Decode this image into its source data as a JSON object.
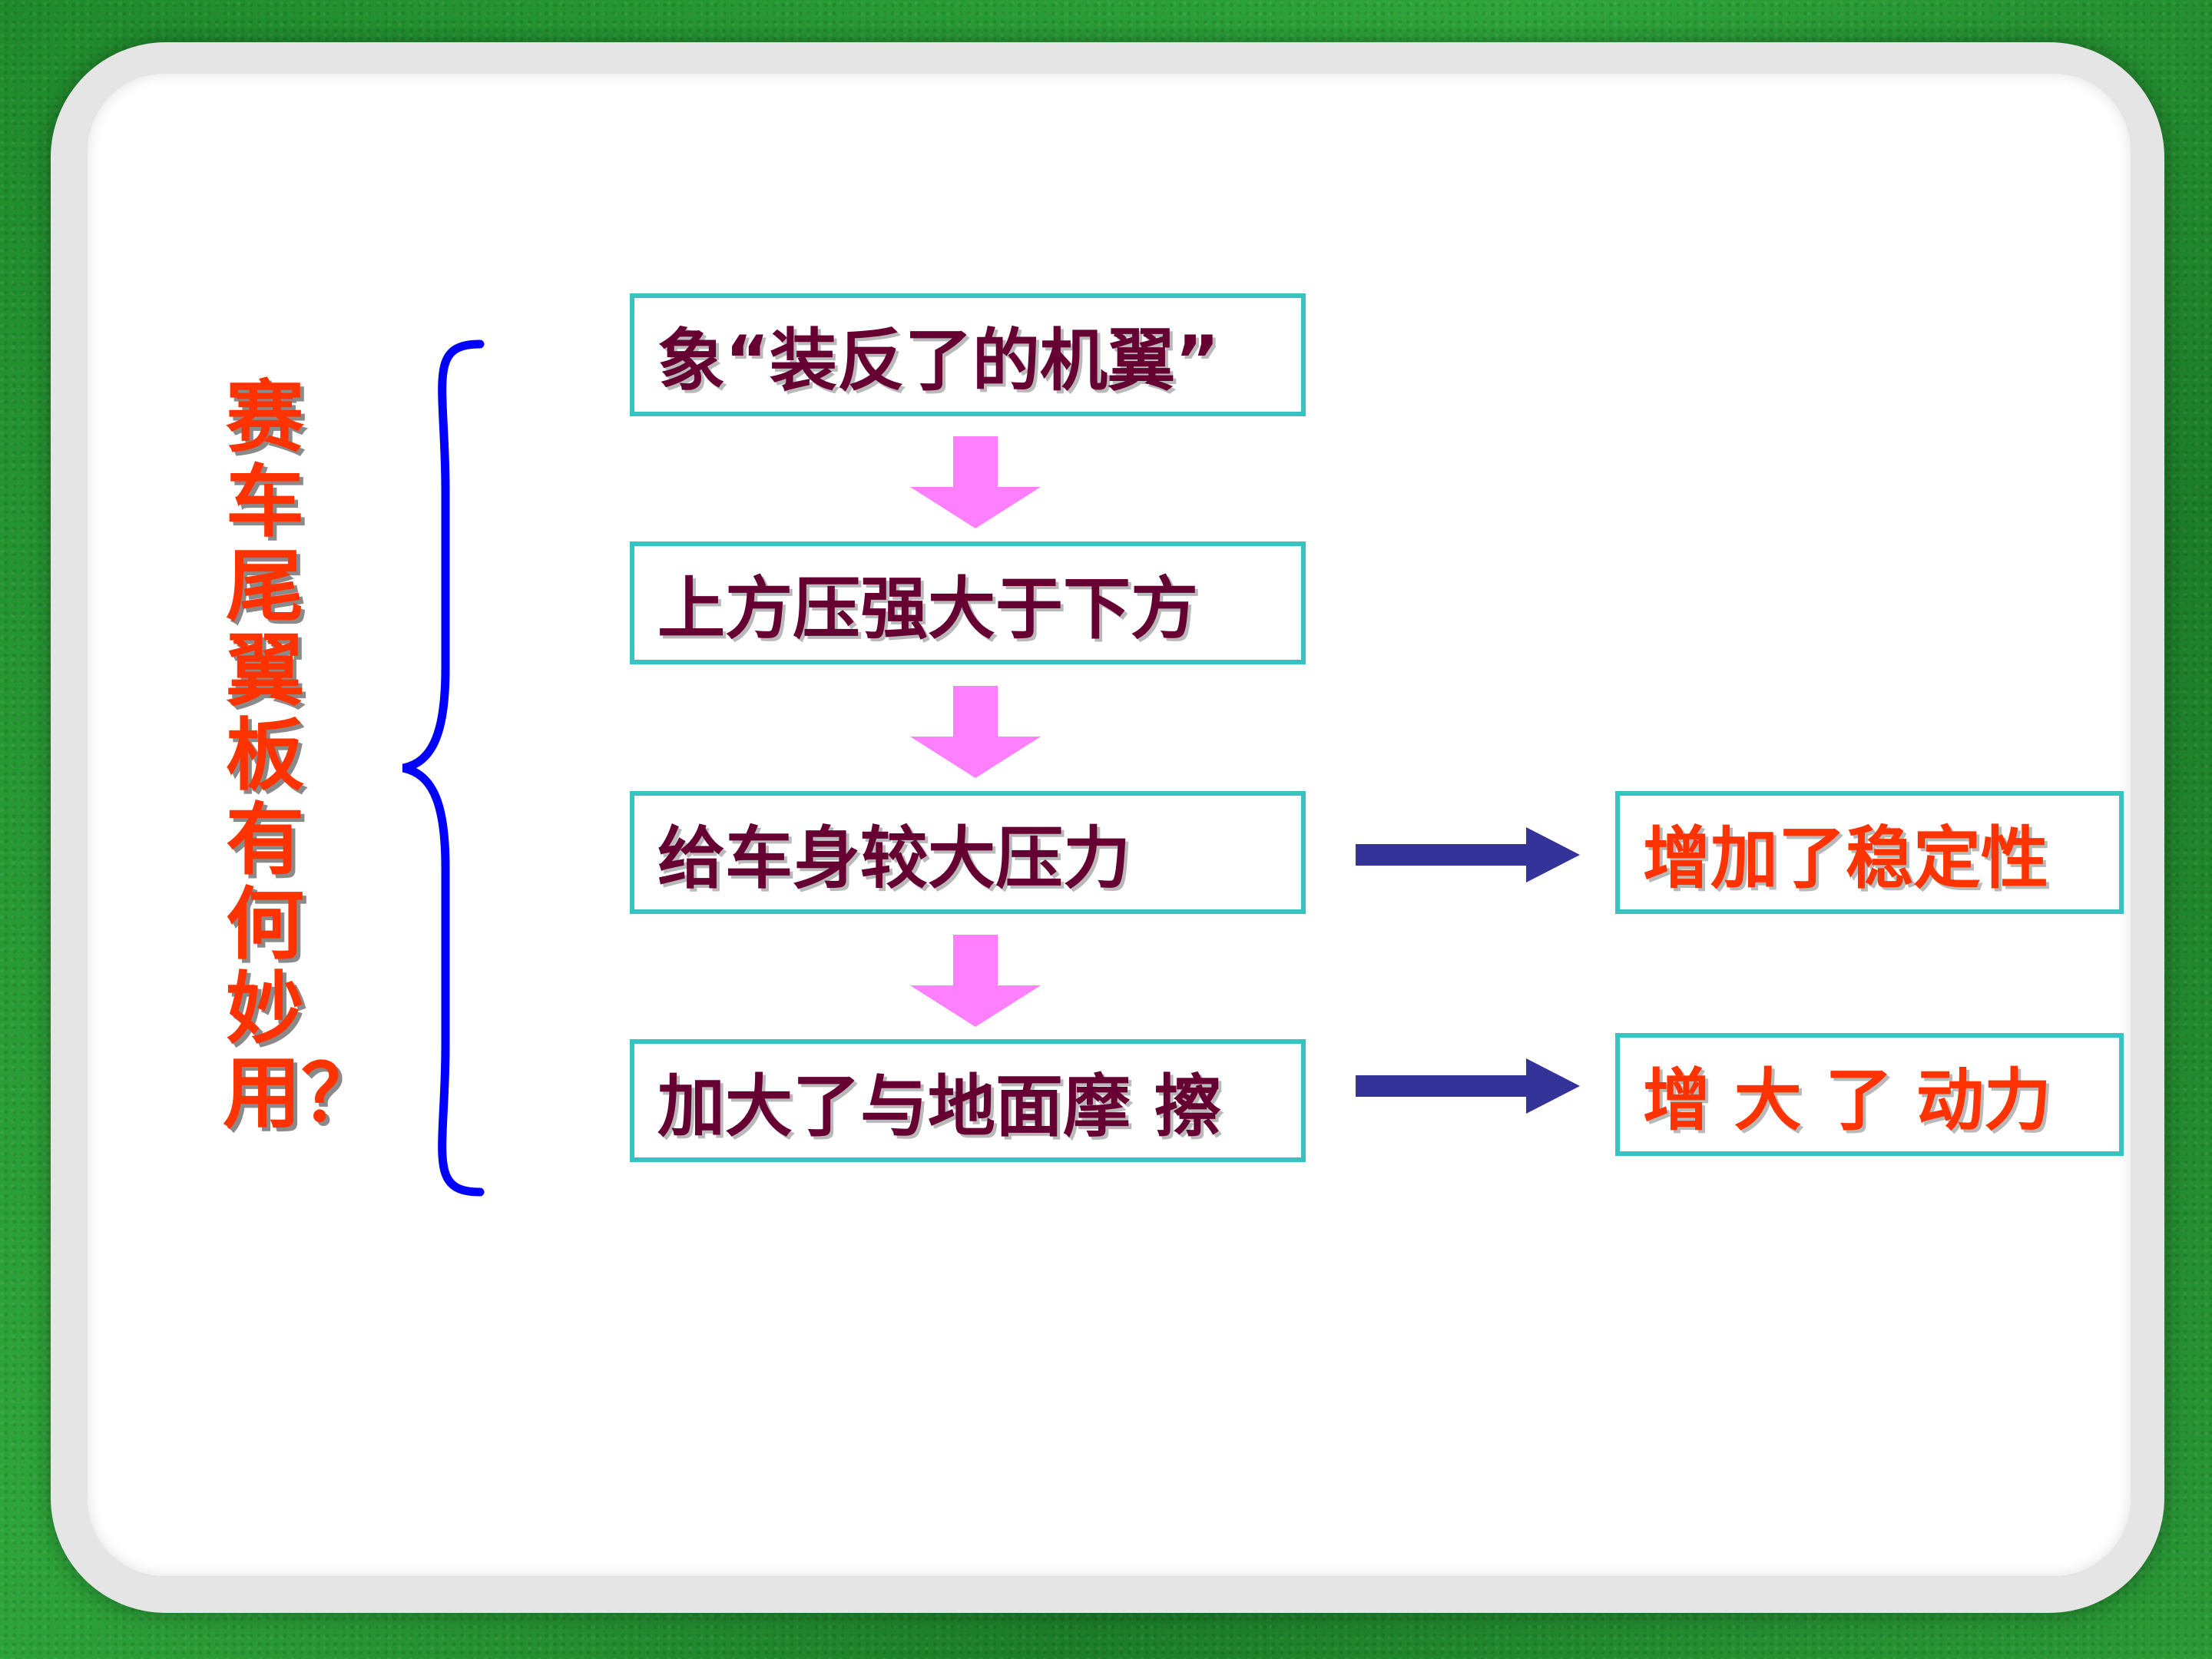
{
  "title": "赛车尾翼板有何妙用？",
  "steps": [
    "象“装反了的机翼”",
    "上方压强大于下方",
    "给车身较大压力",
    "加大了与地面摩 擦"
  ],
  "results": [
    "增加了稳定性",
    "增 大 了 动力"
  ],
  "colors": {
    "title": "#ff3300",
    "step_text": "#660033",
    "result_text": "#ff3300",
    "box_border": "#38c3c3",
    "down_arrow": "#ff80ff",
    "right_arrow": "#333399",
    "brace": "#0000ff"
  }
}
